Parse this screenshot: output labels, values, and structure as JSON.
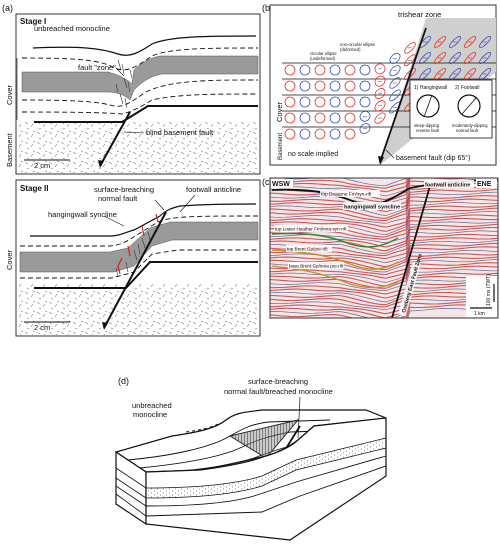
{
  "panels": {
    "a": {
      "tag": "(a)",
      "stage1": {
        "title": "Stage I",
        "unbreached": "unbreached monocline",
        "fault_zone": "fault \"zone\"",
        "blind_fault": "blind basement fault",
        "cover": "Cover",
        "basement": "Basement",
        "scale": "2 cm"
      },
      "stage2": {
        "title": "Stage II",
        "surface_fault_1": "surface-breaching",
        "surface_fault_2": "normal fault",
        "footwall": "footwall anticline",
        "hangingwall": "hangingwall syncline",
        "scale": "2 cm"
      }
    },
    "b": {
      "tag": "(b)",
      "trishear": "trishear zone",
      "circular_1": "circular ellipse",
      "circular_2": "(undeformed)",
      "noncircular_1": "non-circular ellipse",
      "noncircular_2": "(deformed)",
      "cover": "Cover",
      "basement": "Basement",
      "no_scale": "no scale implied",
      "basement_fault": "basement fault (dip 65°)",
      "inset_hw_1": "1) Hangingwall",
      "inset_fw_1": "2) Footwall",
      "inset_hw_2": "steep-dipping",
      "inset_hw_3": "reverse fault",
      "inset_fw_2": "moderately-dipping",
      "inset_fw_3": "normal fault"
    },
    "c": {
      "tag": "(c)",
      "wsw": "WSW",
      "ene": "ENE",
      "h1": "top Draupne Fm/syn-rift",
      "footwall": "footwall anticline",
      "hangingwall": "hangingwall syncline",
      "h2": "top Lower Heather Fm/intra-syn-rift",
      "h3": "top Brent Gp/pre-rift",
      "h4": "base Brent Gp/intra pre-rift",
      "fault": "Oseberg East Fault Zone",
      "twt": "100 ms (TWT)",
      "km": "1 km"
    },
    "d": {
      "tag": "(d)",
      "surface_fault_1": "surface-breaching",
      "surface_fault_2": "normal fault/breached monocline",
      "unbreached_1": "unbreached",
      "unbreached_2": "monocline"
    }
  },
  "colors": {
    "gray_layer": "#9a9a9a",
    "fault_red": "#d42020",
    "seis_red": "#c83232",
    "seis_blue": "#3c4b8c",
    "ellipse_red": "#e03030",
    "ellipse_blue": "#3050c0",
    "trishear_gray": "#cfcfcf"
  }
}
